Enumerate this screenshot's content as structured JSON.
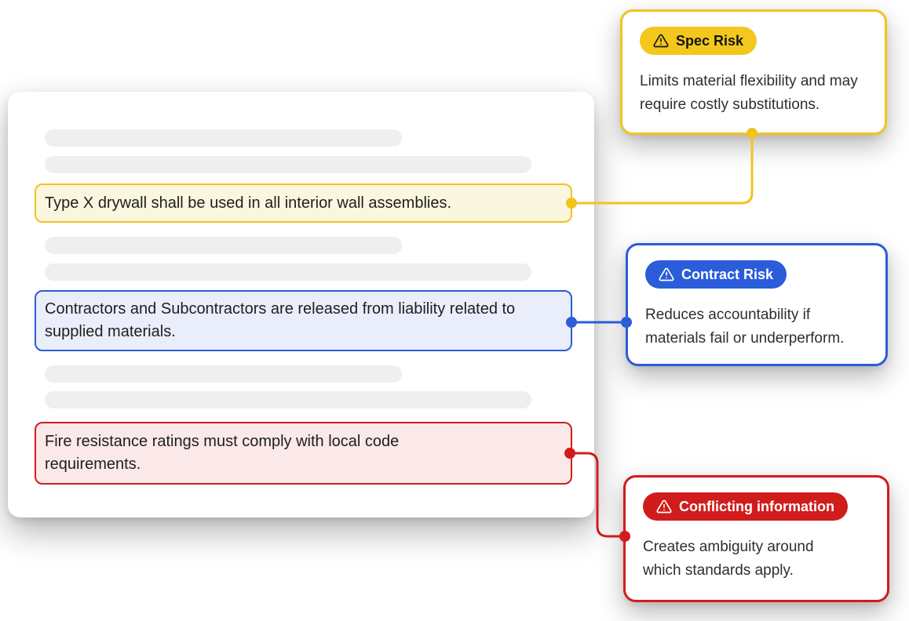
{
  "colors": {
    "yellow_accent": "#F0C41D",
    "yellow_fill": "#FBF6DF",
    "blue_accent": "#2B5CD9",
    "blue_fill": "#E9EEFA",
    "red_accent": "#D11C1C",
    "red_fill": "#FBE9E9",
    "skeleton_gray": "#EFEFEF",
    "text_dark": "#1E1E1E"
  },
  "document": {
    "highlights": [
      {
        "risk": "spec",
        "text": "Type X drywall shall be used in all interior wall assemblies."
      },
      {
        "risk": "contract",
        "text": "Contractors and Subcontractors are released from liability related to supplied materials."
      },
      {
        "risk": "conflict",
        "text": "Fire resistance ratings must comply with local code requirements."
      }
    ]
  },
  "callouts": [
    {
      "badge": "Spec Risk",
      "icon": "warning-triangle",
      "description": "Limits material flexibility and may require costly substitutions."
    },
    {
      "badge": "Contract Risk",
      "icon": "warning-triangle",
      "description": "Reduces accountability if materials fail or underperform."
    },
    {
      "badge": "Conflicting information",
      "icon": "warning-triangle",
      "description": "Creates ambiguity around which standards apply."
    }
  ]
}
